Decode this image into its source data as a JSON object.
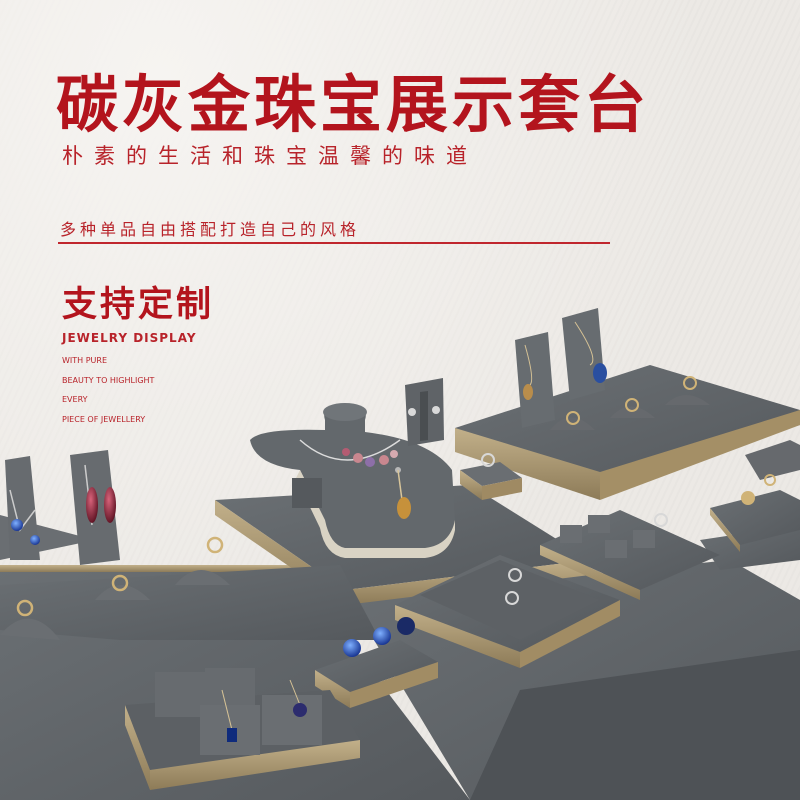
{
  "hero": {
    "title": "碳灰金珠宝展示套台",
    "subtitle": "朴素的生活和珠宝温馨的味道",
    "tagline": "多种单品自由搭配打造自己的风格"
  },
  "badge": {
    "custom_label": "支持定制"
  },
  "brand": {
    "heading": "JEWELRY DISPLAY",
    "lines": [
      "WITH PURE",
      "BEAUTY TO HIGHLIGHT",
      "EVERY",
      "PIECE OF JEWELLERY"
    ]
  },
  "colors": {
    "accent_red": "#b3141d",
    "display_gray": "#5d6266",
    "trim_gold": "#a8946c",
    "background": "#ece9e5"
  }
}
